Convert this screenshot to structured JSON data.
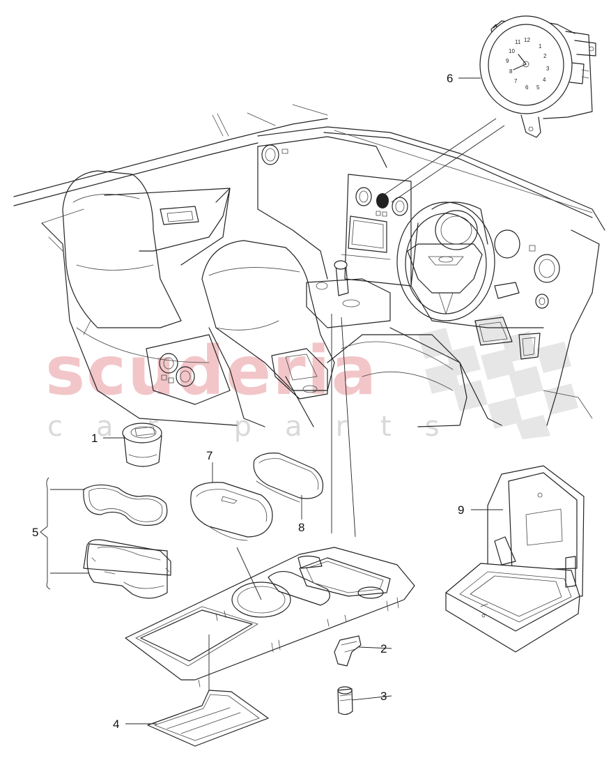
{
  "watermark": {
    "brand": "scuderia",
    "tagline": "car parts"
  },
  "clock": {
    "numbers": [
      "12",
      "1",
      "2",
      "3",
      "4",
      "5",
      "6",
      "7",
      "8",
      "9",
      "10",
      "11"
    ]
  },
  "callouts": [
    {
      "id": "1",
      "label": "1"
    },
    {
      "id": "2",
      "label": "2"
    },
    {
      "id": "3",
      "label": "3"
    },
    {
      "id": "4",
      "label": "4"
    },
    {
      "id": "5",
      "label": "5"
    },
    {
      "id": "6",
      "label": "6"
    },
    {
      "id": "7",
      "label": "7"
    },
    {
      "id": "8",
      "label": "8"
    },
    {
      "id": "9",
      "label": "9"
    }
  ]
}
